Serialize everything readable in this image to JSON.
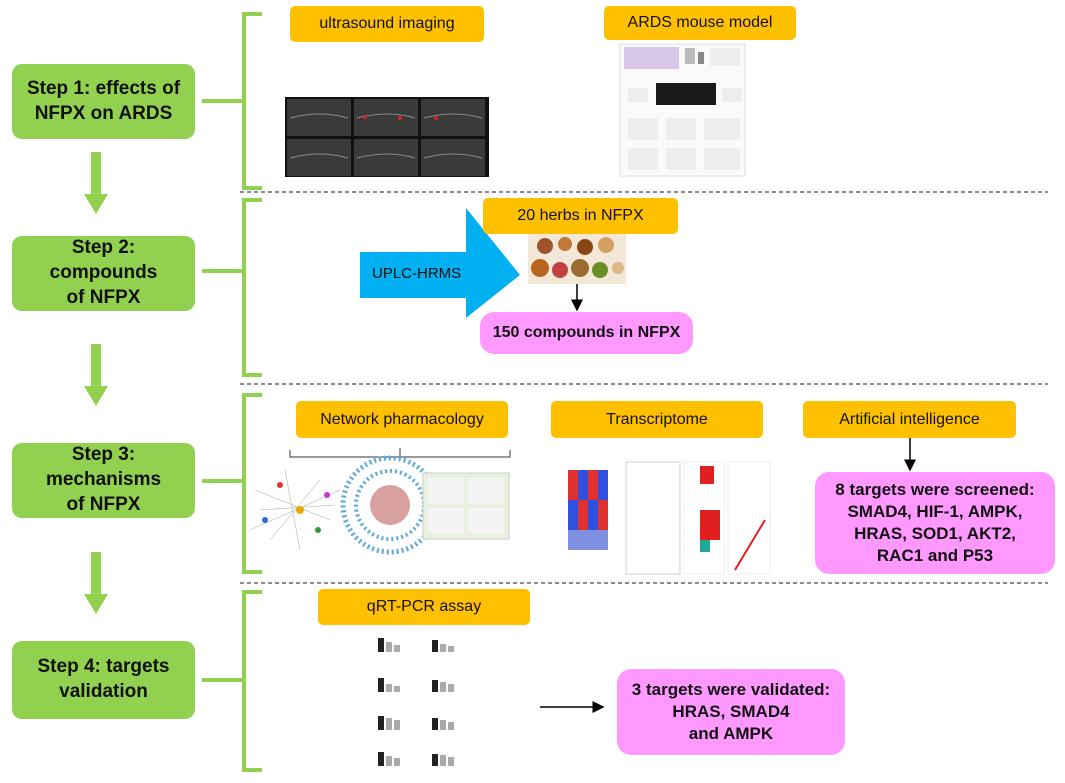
{
  "steps": [
    {
      "label": "Step 1: effects of\nNFPX on ARDS"
    },
    {
      "label": "Step 2: compounds\nof NFPX"
    },
    {
      "label": "Step 3: mechanisms\nof NFPX"
    },
    {
      "label": "Step 4: targets\nvalidation"
    }
  ],
  "step1": {
    "ultrasound_label": "ultrasound imaging",
    "mouse_label": "ARDS mouse model"
  },
  "step2": {
    "method_label": "UPLC-HRMS",
    "herbs_label": "20 herbs in NFPX",
    "compounds_label": "150 compounds in NFPX"
  },
  "step3": {
    "network_label": "Network pharmacology",
    "transcriptome_label": "Transcriptome",
    "ai_label": "Artificial intelligence",
    "targets_screened": "8 targets were screened:\nSMAD4, HIF-1, AMPK,\nHRAS, SOD1, AKT2,\nRAC1 and P53"
  },
  "step4": {
    "assay_label": "qRT-PCR assay",
    "targets_validated": "3 targets were validated:\nHRAS, SMAD4\nand AMPK"
  },
  "colors": {
    "step": "#92d050",
    "label": "#ffc000",
    "result": "#ff99ff",
    "arrow_big": "#00b0f0",
    "bracket": "#92d050"
  }
}
